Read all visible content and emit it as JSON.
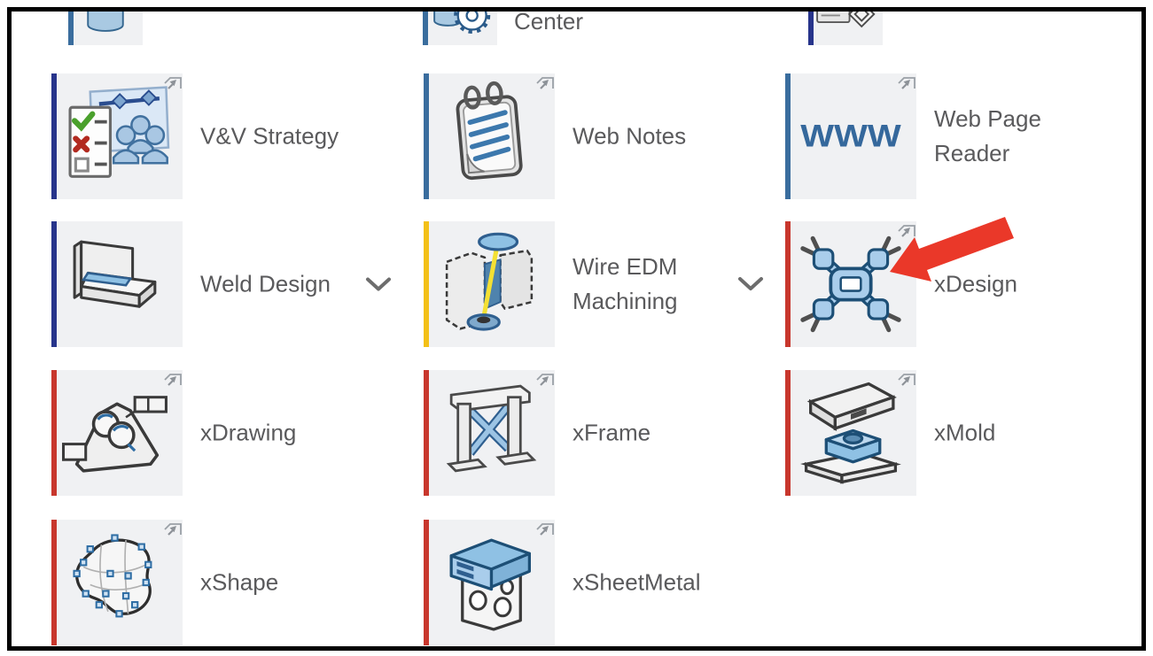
{
  "page": {
    "background_color": "#ffffff",
    "frame_border_color": "#000000"
  },
  "grid": {
    "tile_background": "#f0f1f3",
    "label_color": "#5a5a5c",
    "chevron_color": "#6d6d6d",
    "popout_icon_color": "#969ba1",
    "stripe_colors": {
      "navy": "#27348b",
      "steel_blue": "#3a6d9e",
      "yellow": "#f3c018",
      "red": "#c8372d"
    }
  },
  "apps": [
    {
      "id": "cut-app-top-left",
      "label": "",
      "stripe": "steel_blue",
      "icon": "database-cylinder-icon",
      "row": 0,
      "col": 0,
      "partial": true,
      "has_dropdown": false,
      "has_popout": false
    },
    {
      "id": "cut-app-top-center",
      "label": "Center",
      "stripe": "steel_blue",
      "icon": "cylinder-gear-icon",
      "row": 0,
      "col": 1,
      "partial": true,
      "has_dropdown": false,
      "has_popout": false
    },
    {
      "id": "cut-app-top-right",
      "label": "",
      "stripe": "navy",
      "icon": "checklist-diamond-icon",
      "row": 0,
      "col": 2,
      "partial": true,
      "has_dropdown": false,
      "has_popout": false
    },
    {
      "id": "vv-strategy",
      "label": "V&V Strategy",
      "stripe": "navy",
      "icon": "strategy-board-icon",
      "row": 1,
      "col": 0,
      "partial": false,
      "has_dropdown": false,
      "has_popout": true
    },
    {
      "id": "web-notes",
      "label": "Web Notes",
      "stripe": "steel_blue",
      "icon": "notepad-icon",
      "row": 1,
      "col": 1,
      "partial": false,
      "has_dropdown": false,
      "has_popout": true
    },
    {
      "id": "web-page-reader",
      "label": "Web Page Reader",
      "stripe": "steel_blue",
      "icon": "www-icon",
      "row": 1,
      "col": 2,
      "partial": false,
      "has_dropdown": false,
      "has_popout": true
    },
    {
      "id": "weld-design",
      "label": "Weld Design",
      "stripe": "navy",
      "icon": "weld-beam-icon",
      "row": 2,
      "col": 0,
      "partial": false,
      "has_dropdown": true,
      "has_popout": false
    },
    {
      "id": "wire-edm-machining",
      "label": "Wire EDM Machining",
      "stripe": "yellow",
      "icon": "edm-tool-icon",
      "row": 2,
      "col": 1,
      "partial": false,
      "has_dropdown": true,
      "has_popout": false
    },
    {
      "id": "xdesign",
      "label": "xDesign",
      "stripe": "red",
      "icon": "drone-icon",
      "row": 2,
      "col": 2,
      "partial": false,
      "has_dropdown": false,
      "has_popout": true
    },
    {
      "id": "xdrawing",
      "label": "xDrawing",
      "stripe": "red",
      "icon": "drawing-part-icon",
      "row": 3,
      "col": 0,
      "partial": false,
      "has_dropdown": false,
      "has_popout": true
    },
    {
      "id": "xframe",
      "label": "xFrame",
      "stripe": "red",
      "icon": "frame-structure-icon",
      "row": 3,
      "col": 1,
      "partial": false,
      "has_dropdown": false,
      "has_popout": true
    },
    {
      "id": "xmold",
      "label": "xMold",
      "stripe": "red",
      "icon": "mold-icon",
      "row": 3,
      "col": 2,
      "partial": false,
      "has_dropdown": false,
      "has_popout": true
    },
    {
      "id": "xshape",
      "label": "xShape",
      "stripe": "red",
      "icon": "freeform-surface-icon",
      "row": 4,
      "col": 0,
      "partial": false,
      "has_dropdown": false,
      "has_popout": true
    },
    {
      "id": "xsheetmetal",
      "label": "xSheetMetal",
      "stripe": "red",
      "icon": "sheetmetal-icon",
      "row": 4,
      "col": 1,
      "partial": false,
      "has_dropdown": false,
      "has_popout": true
    }
  ],
  "annotation": {
    "shape": "arrow",
    "color": "#ea3829",
    "points_at": "xDesign tile"
  }
}
